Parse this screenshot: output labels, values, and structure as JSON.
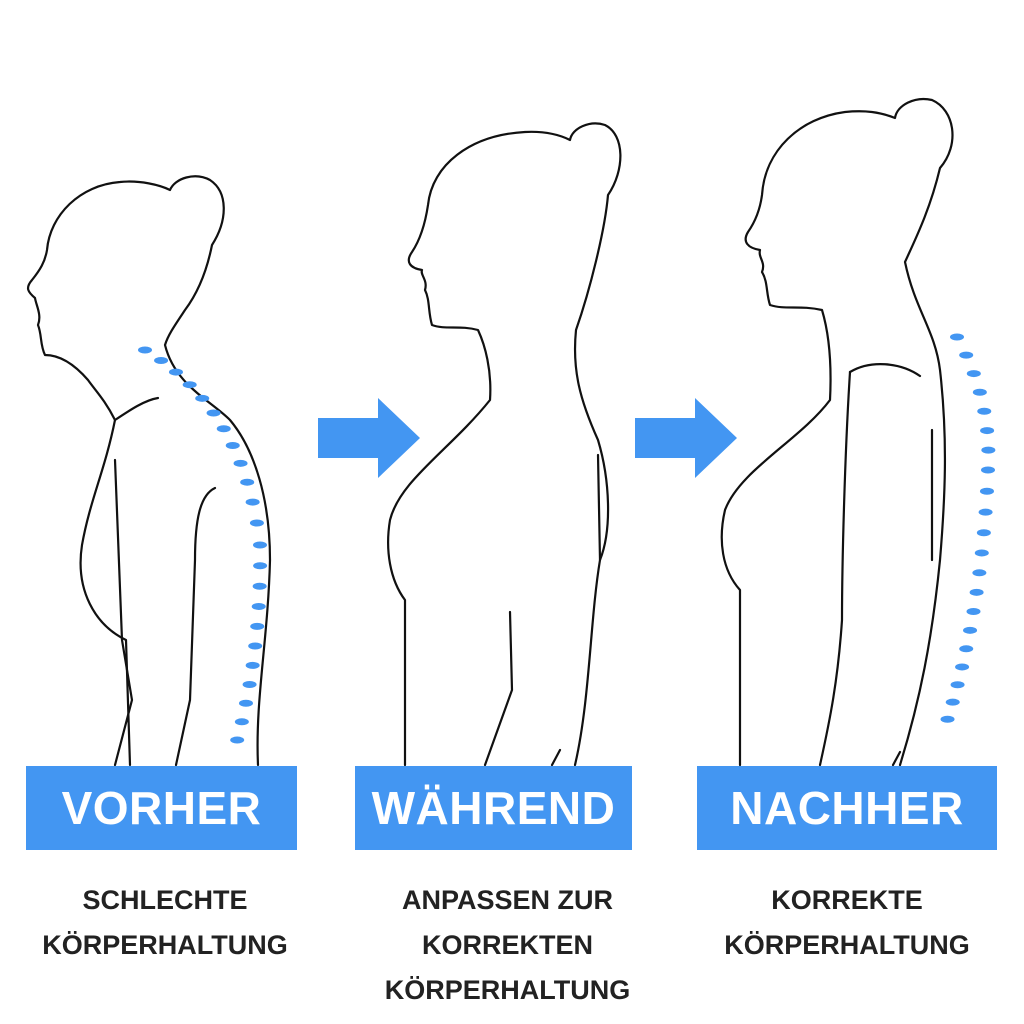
{
  "colors": {
    "accent": "#4396F2",
    "outline": "#111111",
    "text": "#222222"
  },
  "stages": [
    {
      "label": "VORHER",
      "caption_lines": [
        "SCHLECHTE",
        "KÖRPERHALTUNG"
      ]
    },
    {
      "label": "WÄHREND",
      "caption_lines": [
        "ANPASSEN ZUR",
        "KORREKTEN",
        "KÖRPERHALTUNG"
      ]
    },
    {
      "label": "NACHHER",
      "caption_lines": [
        "KORREKTE",
        "KÖRPERHALTUNG"
      ]
    }
  ],
  "icons": {
    "arrow": "arrow-right-icon",
    "spine": "spine-dots-icon"
  }
}
